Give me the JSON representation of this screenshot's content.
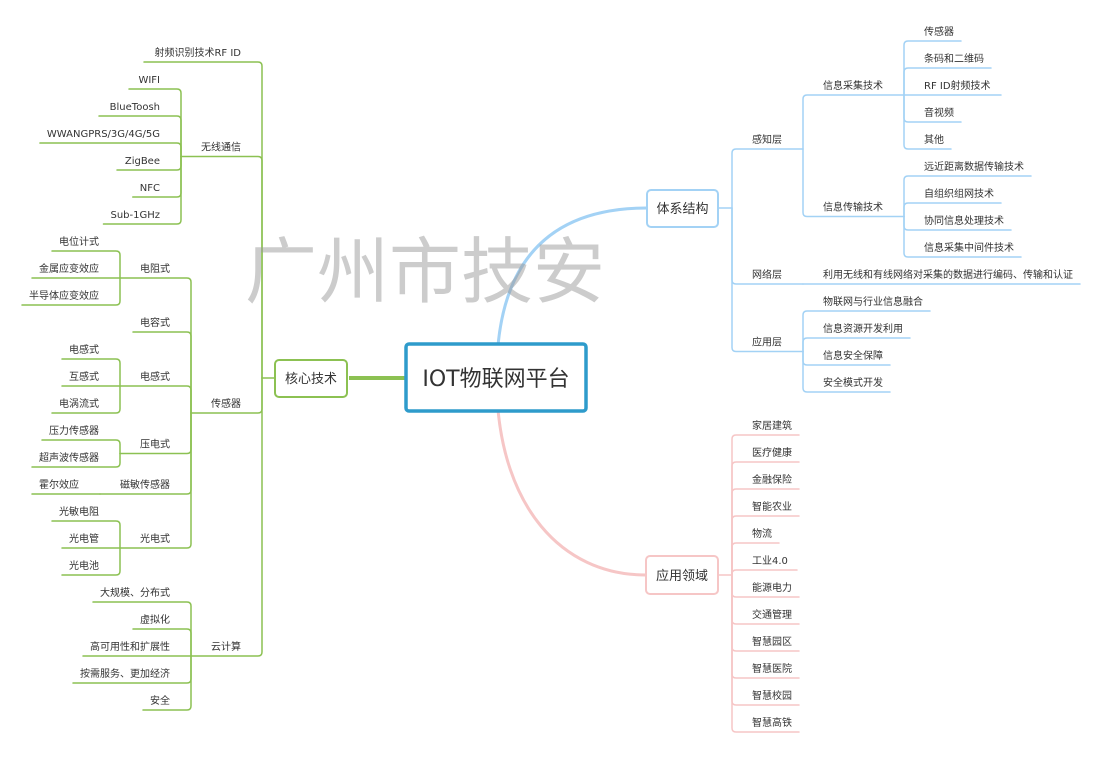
{
  "central_topic": "IOT物联网平台",
  "watermark": "广州市技安",
  "colors": {
    "background": "#ffffff",
    "text": "#333333",
    "central_border": "#2e9bcb",
    "core_branch": "#8cc152",
    "architecture_branch": "#a3d2f5",
    "application_branch": "#f6c6c6",
    "watermark": "#9a9a9a"
  },
  "core": {
    "label": "核心技术",
    "children": [
      {
        "label": "射频识别技术RF ID"
      },
      {
        "label": "无线通信",
        "children": [
          {
            "label": "WIFI"
          },
          {
            "label": "BlueToosh"
          },
          {
            "label": "WWANGPRS/3G/4G/5G"
          },
          {
            "label": "ZigBee"
          },
          {
            "label": "NFC"
          },
          {
            "label": "Sub-1GHz"
          }
        ]
      },
      {
        "label": "传感器",
        "children": [
          {
            "label": "电阻式",
            "children": [
              {
                "label": "电位计式"
              },
              {
                "label": "金属应变效应"
              },
              {
                "label": "半导体应变效应"
              }
            ]
          },
          {
            "label": "电容式"
          },
          {
            "label": "电感式",
            "children": [
              {
                "label": "电感式"
              },
              {
                "label": "互感式"
              },
              {
                "label": "电涡流式"
              }
            ]
          },
          {
            "label": "压电式",
            "children": [
              {
                "label": "压力传感器"
              },
              {
                "label": "超声波传感器"
              }
            ]
          },
          {
            "label": "磁敏传感器",
            "children": [
              {
                "label": "霍尔效应"
              }
            ]
          },
          {
            "label": "光电式",
            "children": [
              {
                "label": "光敏电阻"
              },
              {
                "label": "光电管"
              },
              {
                "label": "光电池"
              }
            ]
          }
        ]
      },
      {
        "label": "云计算",
        "children": [
          {
            "label": "大规模、分布式"
          },
          {
            "label": "虚拟化"
          },
          {
            "label": "高可用性和扩展性"
          },
          {
            "label": "按需服务、更加经济"
          },
          {
            "label": "安全"
          }
        ]
      }
    ]
  },
  "architecture": {
    "label": "体系结构",
    "children": [
      {
        "label": "感知层",
        "children": [
          {
            "label": "信息采集技术",
            "children": [
              {
                "label": "传感器"
              },
              {
                "label": "条码和二维码"
              },
              {
                "label": "RF ID射频技术"
              },
              {
                "label": "音视频"
              },
              {
                "label": "其他"
              }
            ]
          },
          {
            "label": "信息传输技术",
            "children": [
              {
                "label": "远近距离数据传输技术"
              },
              {
                "label": "自组织组网技术"
              },
              {
                "label": "协同信息处理技术"
              },
              {
                "label": "信息采集中间件技术"
              }
            ]
          }
        ]
      },
      {
        "label": "网络层",
        "children": [
          {
            "label": "利用无线和有线网络对采集的数据进行编码、传输和认证"
          }
        ]
      },
      {
        "label": "应用层",
        "children": [
          {
            "label": "物联网与行业信息融合"
          },
          {
            "label": "信息资源开发利用"
          },
          {
            "label": "信息安全保障"
          },
          {
            "label": "安全模式开发"
          }
        ]
      }
    ]
  },
  "applications": {
    "label": "应用领域",
    "children": [
      {
        "label": "家居建筑"
      },
      {
        "label": "医疗健康"
      },
      {
        "label": "金融保险"
      },
      {
        "label": "智能农业"
      },
      {
        "label": "物流"
      },
      {
        "label": "工业4.0"
      },
      {
        "label": "能源电力"
      },
      {
        "label": "交通管理"
      },
      {
        "label": "智慧园区"
      },
      {
        "label": "智慧医院"
      },
      {
        "label": "智慧校园"
      },
      {
        "label": "智慧高铁"
      }
    ]
  }
}
